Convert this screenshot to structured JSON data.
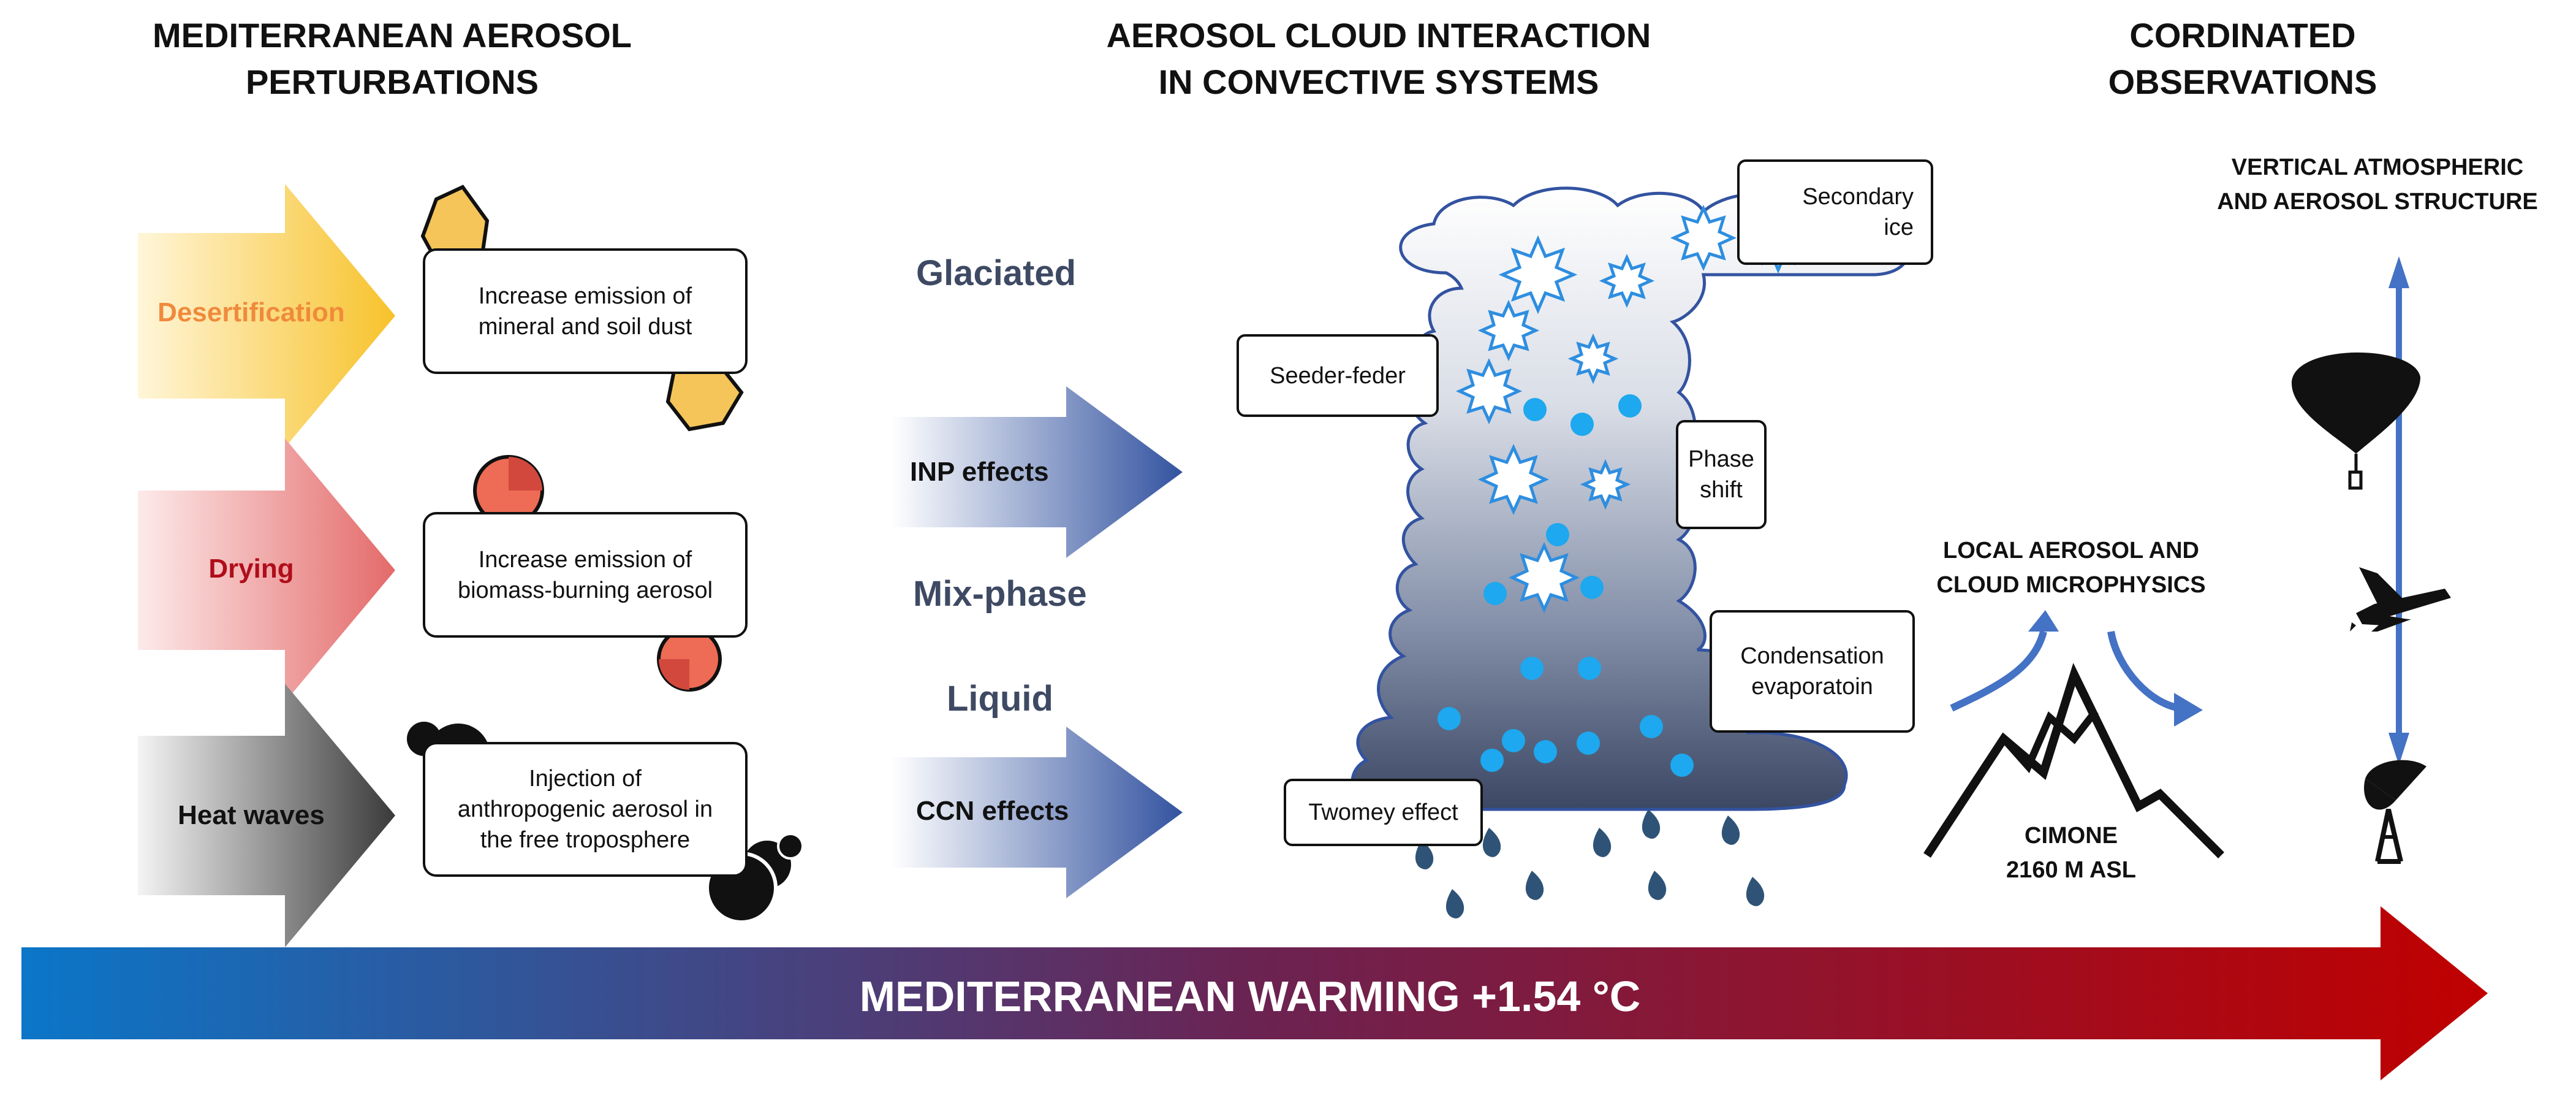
{
  "columns": {
    "left_title": "MEDITERRANEAN AEROSOL\nPERTURBATIONS",
    "center_title": "AEROSOL CLOUD INTERACTION\nIN CONVECTIVE SYSTEMS",
    "right_title": "CORDINATED\nOBSERVATIONS"
  },
  "perturbations": [
    {
      "label": "Desertification",
      "color": "#f4a93c",
      "effect": "Increase emission of\nmineral and soil dust"
    },
    {
      "label": "Drying",
      "color": "#c0101a",
      "effect": "Increase emission of\nbiomass-burning aerosol"
    },
    {
      "label": "Heat waves",
      "color": "#111111",
      "effect": "Injection of\nanthropogenic aerosol in\nthe free troposphere"
    }
  ],
  "phases": {
    "glaciated": "Glaciated",
    "mix": "Mix-phase",
    "liquid": "Liquid"
  },
  "effects": {
    "inp": "INP effects",
    "ccn": "CCN effects"
  },
  "cloud_processes": {
    "secondary_ice": "Secondary\nice",
    "seeder_feeder": "Seeder-feder",
    "phase_shift": "Phase\nshift",
    "condensation": "Condensation\nevaporatoin",
    "twomey": "Twomey effect"
  },
  "observations": {
    "vertical": "VERTICAL ATMOSPHERIC\nAND AEROSOL STRUCTURE",
    "local": "LOCAL AEROSOL AND\nCLOUD MICROPHYSICS",
    "station": "CIMONE\n2160 M ASL"
  },
  "warming": {
    "label": "MEDITERRANEAN WARMING +1.54 °C"
  },
  "colors": {
    "blue_accent": "#4472c4",
    "ice_blue": "#2e8ee0",
    "drop_blue": "#1da8ef",
    "rain": "#2f5377",
    "phase_text": "#3e4a63",
    "warming_start": "#0b76c8",
    "warming_end": "#c00000"
  }
}
